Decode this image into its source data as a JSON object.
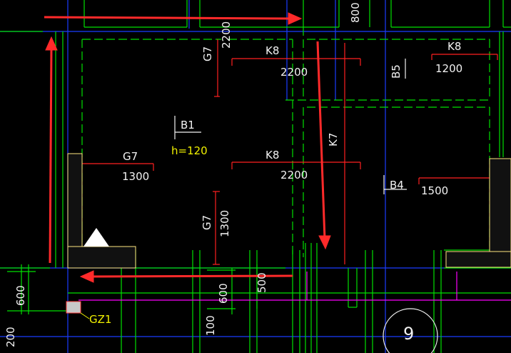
{
  "drawing": {
    "colors": {
      "background": "#000000",
      "beam_line": "#00ff00",
      "axis_line": "#1a3cff",
      "dim_line": "#ff2020",
      "arrow": "#ff2a2a",
      "magenta_line": "#ff00ff",
      "text": "#f2f2f2",
      "yellow_text": "#f0f000",
      "column_hatch": "#ffe680"
    },
    "labels": {
      "top_dim_800": "800",
      "top_g7_vert": "G7",
      "top_2200_vert": "2200",
      "k8_top": "K8",
      "k8_top_len": "2200",
      "k8_right": "K8",
      "k8_right_len": "1200",
      "b5": "B5",
      "b1": "B1",
      "h120": "h=120",
      "g7_mid": "G7",
      "g7_mid_len": "1300",
      "k8_mid": "K8",
      "k8_mid_len": "2200",
      "k7": "K7",
      "b4": "B4",
      "b4_len": "1500",
      "g7_lower": "G7",
      "g7_lower_len": "1300",
      "dim_600_a": "600",
      "dim_600_b": "600",
      "dim_500": "500",
      "gz1": "GZ1",
      "dim_200": "200",
      "dim_100": "100",
      "axis_9": "9"
    },
    "icons": [
      "warning-triangle-icon",
      "slab-symbol-icon"
    ]
  }
}
